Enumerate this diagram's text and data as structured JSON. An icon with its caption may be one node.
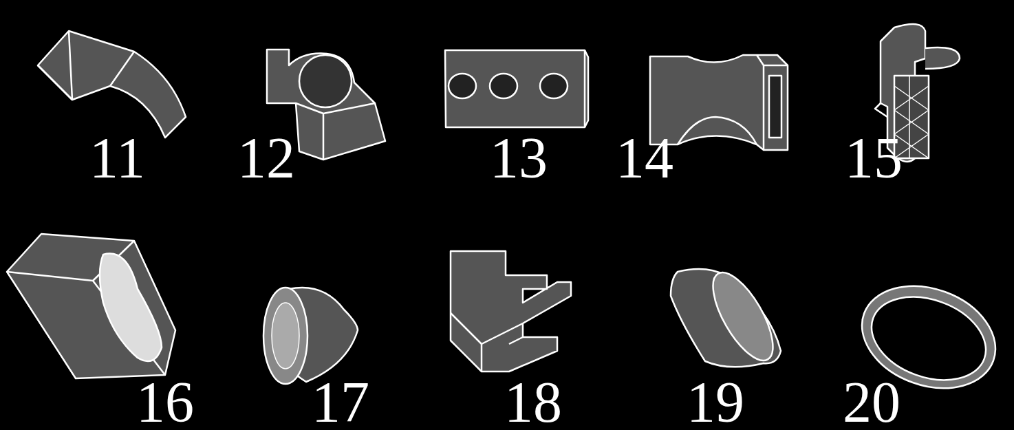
{
  "diagram": {
    "labels": [
      "11",
      "12",
      "13",
      "14",
      "15",
      "16",
      "17",
      "18",
      "19",
      "20"
    ]
  }
}
